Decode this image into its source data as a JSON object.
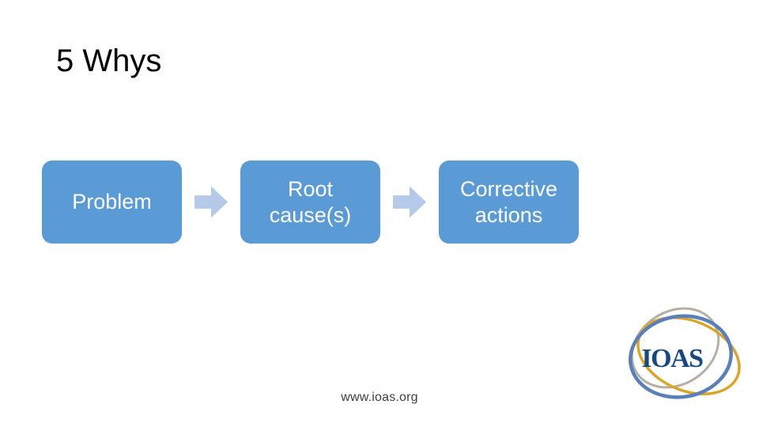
{
  "slide": {
    "title": "5 Whys",
    "footer_url": "www.ioas.org"
  },
  "process": {
    "arrow_icon": "right-block-arrow",
    "steps": [
      {
        "label": "Problem"
      },
      {
        "label": "Root\ncause(s)"
      },
      {
        "label": "Corrective\nactions"
      }
    ]
  },
  "logo": {
    "text": "IOAS"
  },
  "colors": {
    "title_text": "#000000",
    "box_fill": "#5B9BD5",
    "box_text": "#FFFFFF",
    "arrow_fill": "#B5CAE9",
    "footer_text": "#404040",
    "logo_text": "#17497E",
    "logo_gray": "#B5B0A6",
    "logo_gold": "#D9A62B",
    "logo_blue": "#5B7FB9"
  }
}
